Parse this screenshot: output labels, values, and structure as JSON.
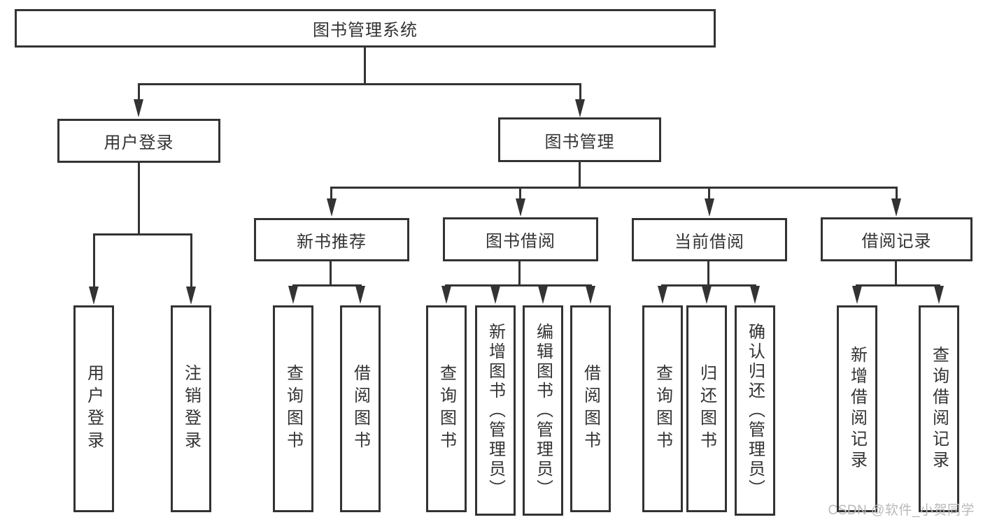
{
  "diagram": {
    "root": {
      "label": "图书管理系统"
    },
    "level2": [
      {
        "label": "用户登录",
        "children": [
          {
            "label": "用户登录"
          },
          {
            "label": "注销登录"
          }
        ]
      },
      {
        "label": "图书管理",
        "children": [
          {
            "label": "新书推荐",
            "children": [
              {
                "label": "查询图书"
              },
              {
                "label": "借阅图书"
              }
            ]
          },
          {
            "label": "图书借阅",
            "children": [
              {
                "label": "查询图书"
              },
              {
                "label": "新增图书（管理员）"
              },
              {
                "label": "编辑图书（管理员）"
              },
              {
                "label": "借阅图书"
              }
            ]
          },
          {
            "label": "当前借阅",
            "children": [
              {
                "label": "查询图书"
              },
              {
                "label": "归还图书"
              },
              {
                "label": "确认归还（管理员）"
              }
            ]
          },
          {
            "label": "借阅记录",
            "children": [
              {
                "label": "新增借阅记录"
              },
              {
                "label": "查询借阅记录"
              }
            ]
          }
        ]
      }
    ]
  },
  "watermark": {
    "text": "CSDN @软件_小贺同学"
  },
  "colors": {
    "line": "#333333",
    "text": "#333333",
    "watermark": "#b9b9b9",
    "background": "#ffffff"
  }
}
